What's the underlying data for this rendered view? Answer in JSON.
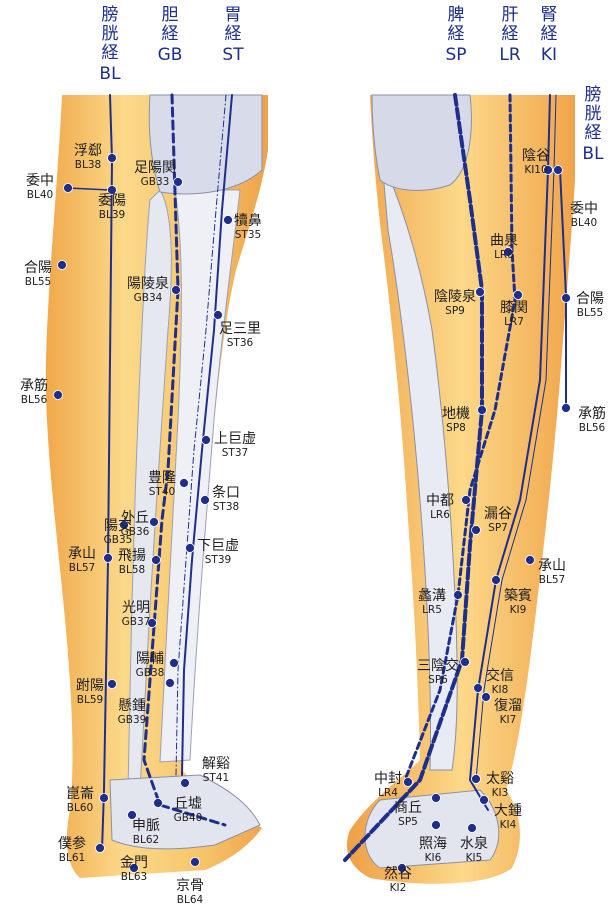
{
  "meridians": {
    "left": [
      {
        "line1": "膀",
        "line2": "胱",
        "line3": "経",
        "code": "BL"
      },
      {
        "line1": "胆",
        "line2": "経",
        "code": "GB"
      },
      {
        "line1": "胃",
        "line2": "経",
        "code": "ST"
      }
    ],
    "right": [
      {
        "line1": "脾",
        "line2": "経",
        "code": "SP"
      },
      {
        "line1": "肝",
        "line2": "経",
        "code": "LR"
      },
      {
        "line1": "腎",
        "line2": "経",
        "code": "KI"
      },
      {
        "line1": "膀",
        "line2": "胱",
        "line3": "経",
        "code": "BL"
      }
    ]
  },
  "points": [
    {
      "name": "浮郄",
      "code": "BL38"
    },
    {
      "name": "委中",
      "code": "BL40"
    },
    {
      "name": "委陽",
      "code": "BL39"
    },
    {
      "name": "足陽関",
      "code": "GB33"
    },
    {
      "name": "犢鼻",
      "code": "ST35"
    },
    {
      "name": "合陽",
      "code": "BL55"
    },
    {
      "name": "陽陵泉",
      "code": "GB34"
    },
    {
      "name": "足三里",
      "code": "ST36"
    },
    {
      "name": "承筋",
      "code": "BL56"
    },
    {
      "name": "上巨虚",
      "code": "ST37"
    },
    {
      "name": "豊隆",
      "code": "ST40"
    },
    {
      "name": "条口",
      "code": "ST38"
    },
    {
      "name": "外丘",
      "code": "GB36"
    },
    {
      "name": "陽交",
      "code": "GB35"
    },
    {
      "name": "下巨虚",
      "code": "ST39"
    },
    {
      "name": "承山",
      "code": "BL57"
    },
    {
      "name": "飛揚",
      "code": "BL58"
    },
    {
      "name": "光明",
      "code": "GB37"
    },
    {
      "name": "陽輔",
      "code": "GB38"
    },
    {
      "name": "跗陽",
      "code": "BL59"
    },
    {
      "name": "懸鍾",
      "code": "GB39"
    },
    {
      "name": "解谿",
      "code": "ST41"
    },
    {
      "name": "崑崙",
      "code": "BL60"
    },
    {
      "name": "丘墟",
      "code": "GB40"
    },
    {
      "name": "申脈",
      "code": "BL62"
    },
    {
      "name": "僕参",
      "code": "BL61"
    },
    {
      "name": "金門",
      "code": "BL63"
    },
    {
      "name": "京骨",
      "code": "BL64"
    },
    {
      "name": "陰谷",
      "code": "KI10"
    },
    {
      "name": "委中",
      "code": "BL40"
    },
    {
      "name": "曲泉",
      "code": "LR8"
    },
    {
      "name": "陰陵泉",
      "code": "SP9"
    },
    {
      "name": "膝関",
      "code": "LR7"
    },
    {
      "name": "合陽",
      "code": "BL55"
    },
    {
      "name": "地機",
      "code": "SP8"
    },
    {
      "name": "承筋",
      "code": "BL56"
    },
    {
      "name": "中都",
      "code": "LR6"
    },
    {
      "name": "漏谷",
      "code": "SP7"
    },
    {
      "name": "承山",
      "code": "BL57"
    },
    {
      "name": "蠡溝",
      "code": "LR5"
    },
    {
      "name": "築賓",
      "code": "KI9"
    },
    {
      "name": "三陰交",
      "code": "SP6"
    },
    {
      "name": "交信",
      "code": "KI8"
    },
    {
      "name": "復溜",
      "code": "KI7"
    },
    {
      "name": "中封",
      "code": "LR4"
    },
    {
      "name": "太谿",
      "code": "KI3"
    },
    {
      "name": "商丘",
      "code": "SP5"
    },
    {
      "name": "大鍾",
      "code": "KI4"
    },
    {
      "name": "照海",
      "code": "KI6"
    },
    {
      "name": "水泉",
      "code": "KI5"
    },
    {
      "name": "然谷",
      "code": "KI2"
    }
  ],
  "colors": {
    "skin": "#f2b45a",
    "skin_light": "#fbe49a",
    "meridian": "#1e2e8c",
    "bone": "#dfe3ee"
  }
}
